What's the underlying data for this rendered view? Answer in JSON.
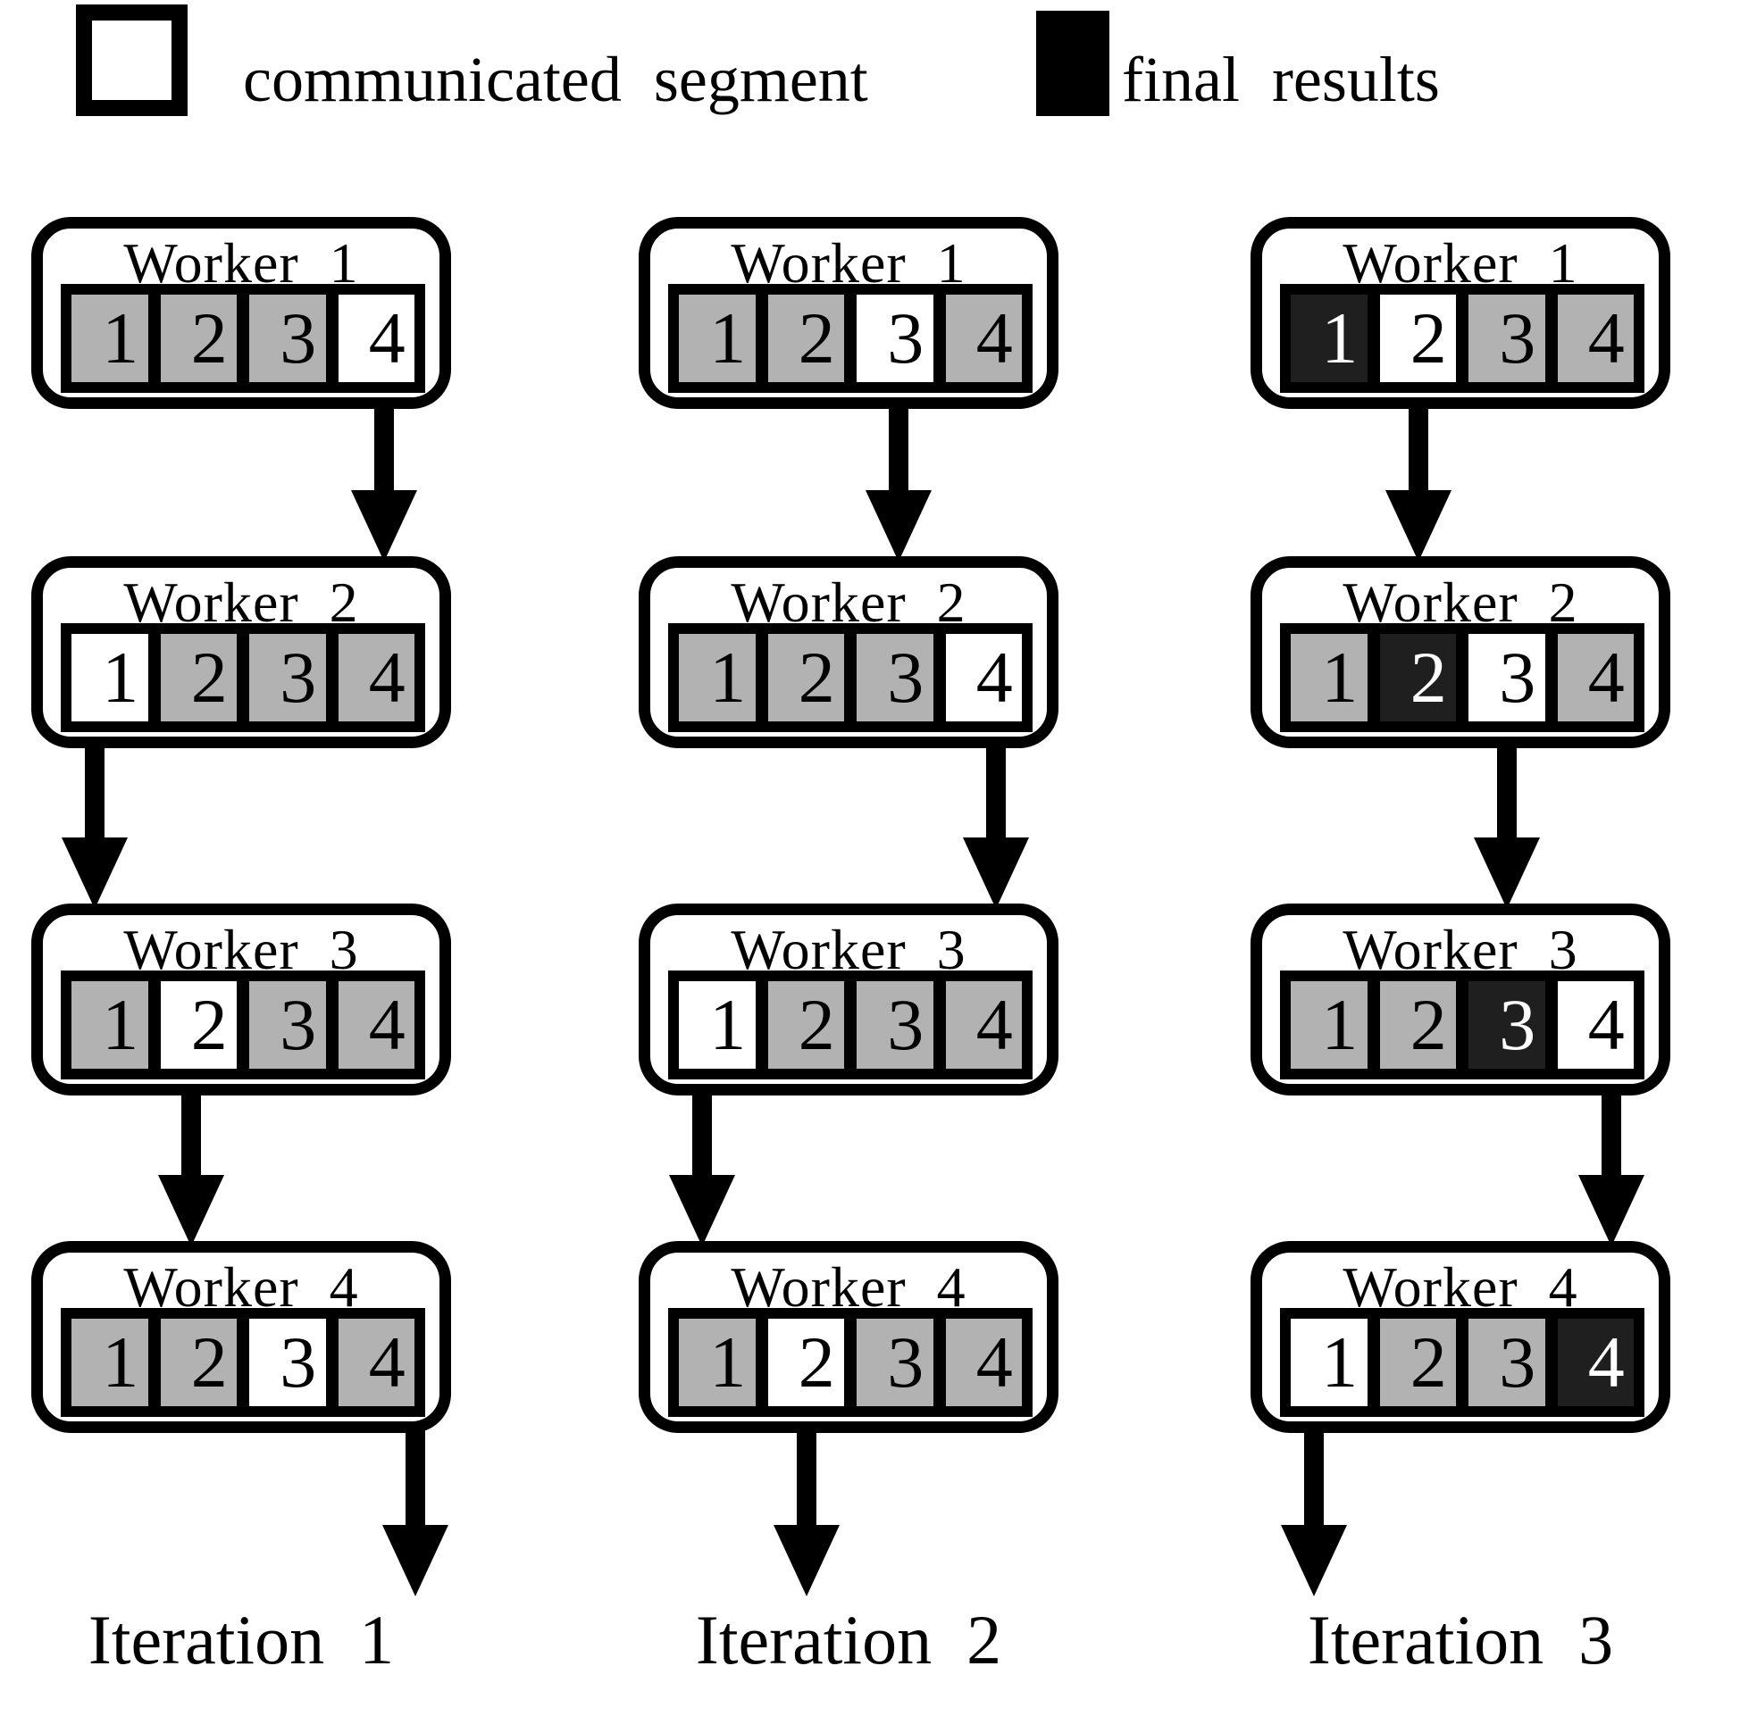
{
  "legend": [
    {
      "id": "communicated",
      "swatch": "white",
      "label": "communicated  segment"
    },
    {
      "id": "final",
      "swatch": "black",
      "label": "final  results"
    }
  ],
  "colors": {
    "segment_partial": "#b2b2b2",
    "segment_communicated": "#ffffff",
    "segment_final": "#1f1f1f",
    "line": "#000000",
    "background": "#ffffff"
  },
  "iterations": [
    {
      "label": "Iteration  1",
      "workers": [
        {
          "name": "Worker  1",
          "arrow_frac": 0.84,
          "segments": [
            {
              "n": "1",
              "state": "partial"
            },
            {
              "n": "2",
              "state": "partial"
            },
            {
              "n": "3",
              "state": "partial"
            },
            {
              "n": "4",
              "state": "communicated"
            }
          ]
        },
        {
          "name": "Worker  2",
          "arrow_frac": 0.15,
          "segments": [
            {
              "n": "1",
              "state": "communicated"
            },
            {
              "n": "2",
              "state": "partial"
            },
            {
              "n": "3",
              "state": "partial"
            },
            {
              "n": "4",
              "state": "partial"
            }
          ]
        },
        {
          "name": "Worker  3",
          "arrow_frac": 0.38,
          "segments": [
            {
              "n": "1",
              "state": "partial"
            },
            {
              "n": "2",
              "state": "communicated"
            },
            {
              "n": "3",
              "state": "partial"
            },
            {
              "n": "4",
              "state": "partial"
            }
          ]
        },
        {
          "name": "Worker  4",
          "arrow_frac": 0.915,
          "segments": [
            {
              "n": "1",
              "state": "partial"
            },
            {
              "n": "2",
              "state": "partial"
            },
            {
              "n": "3",
              "state": "communicated"
            },
            {
              "n": "4",
              "state": "partial"
            }
          ]
        }
      ]
    },
    {
      "label": "Iteration  2",
      "workers": [
        {
          "name": "Worker  1",
          "arrow_frac": 0.62,
          "segments": [
            {
              "n": "1",
              "state": "partial"
            },
            {
              "n": "2",
              "state": "partial"
            },
            {
              "n": "3",
              "state": "communicated"
            },
            {
              "n": "4",
              "state": "partial"
            }
          ]
        },
        {
          "name": "Worker  2",
          "arrow_frac": 0.85,
          "segments": [
            {
              "n": "1",
              "state": "partial"
            },
            {
              "n": "2",
              "state": "partial"
            },
            {
              "n": "3",
              "state": "partial"
            },
            {
              "n": "4",
              "state": "communicated"
            }
          ]
        },
        {
          "name": "Worker  3",
          "arrow_frac": 0.15,
          "segments": [
            {
              "n": "1",
              "state": "communicated"
            },
            {
              "n": "2",
              "state": "partial"
            },
            {
              "n": "3",
              "state": "partial"
            },
            {
              "n": "4",
              "state": "partial"
            }
          ]
        },
        {
          "name": "Worker  4",
          "arrow_frac": 0.4,
          "segments": [
            {
              "n": "1",
              "state": "partial"
            },
            {
              "n": "2",
              "state": "communicated"
            },
            {
              "n": "3",
              "state": "partial"
            },
            {
              "n": "4",
              "state": "partial"
            }
          ]
        }
      ]
    },
    {
      "label": "Iteration  3",
      "workers": [
        {
          "name": "Worker  1",
          "arrow_frac": 0.4,
          "segments": [
            {
              "n": "1",
              "state": "final"
            },
            {
              "n": "2",
              "state": "communicated"
            },
            {
              "n": "3",
              "state": "partial"
            },
            {
              "n": "4",
              "state": "partial"
            }
          ]
        },
        {
          "name": "Worker  2",
          "arrow_frac": 0.61,
          "segments": [
            {
              "n": "1",
              "state": "partial"
            },
            {
              "n": "2",
              "state": "final"
            },
            {
              "n": "3",
              "state": "communicated"
            },
            {
              "n": "4",
              "state": "partial"
            }
          ]
        },
        {
          "name": "Worker  3",
          "arrow_frac": 0.86,
          "segments": [
            {
              "n": "1",
              "state": "partial"
            },
            {
              "n": "2",
              "state": "partial"
            },
            {
              "n": "3",
              "state": "final"
            },
            {
              "n": "4",
              "state": "communicated"
            }
          ]
        },
        {
          "name": "Worker  4",
          "arrow_frac": 0.15,
          "segments": [
            {
              "n": "1",
              "state": "communicated"
            },
            {
              "n": "2",
              "state": "partial"
            },
            {
              "n": "3",
              "state": "partial"
            },
            {
              "n": "4",
              "state": "final"
            }
          ]
        }
      ]
    }
  ]
}
